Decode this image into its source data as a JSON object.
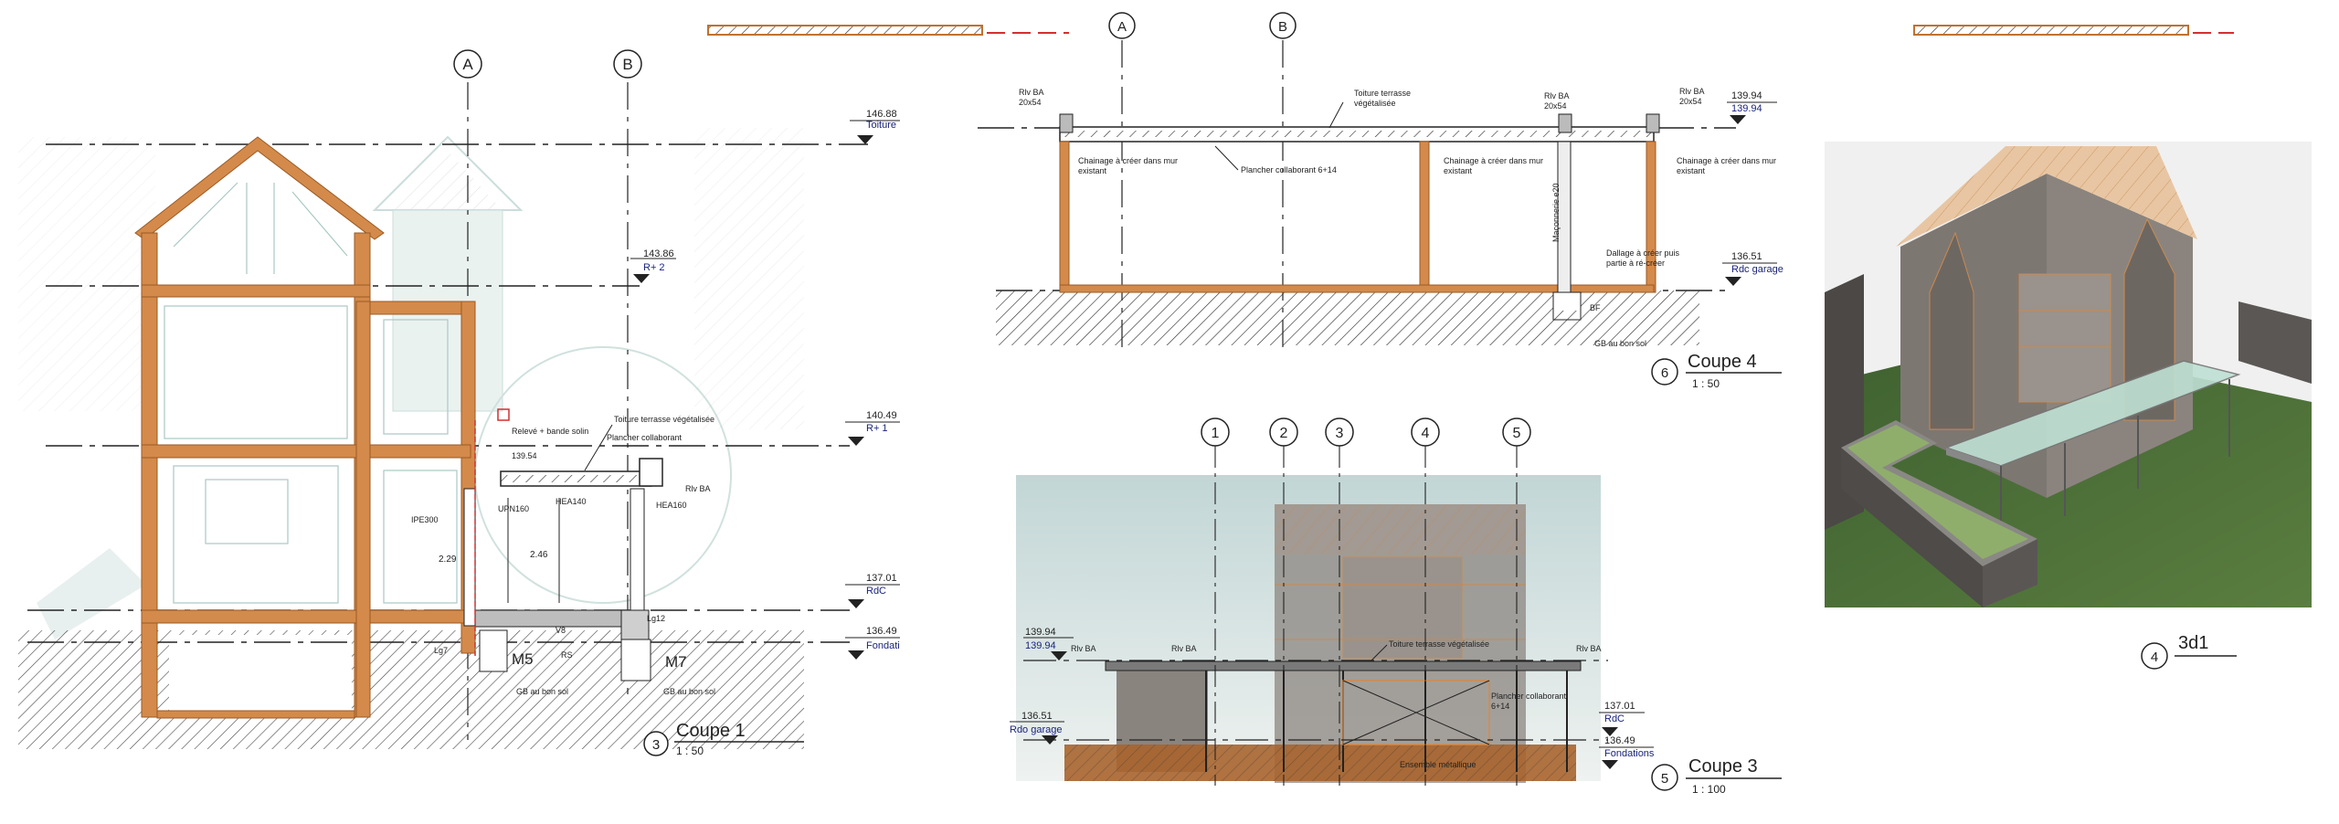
{
  "sheet": {
    "views": [
      {
        "number": "3",
        "title": "Coupe 1",
        "scale": "1 : 50",
        "grids": [
          "A",
          "B"
        ],
        "levels": [
          {
            "value": "146.88",
            "name": "Toiture"
          },
          {
            "value": "143.86",
            "name": "R+ 2"
          },
          {
            "value": "140.49",
            "name": "R+ 1"
          },
          {
            "value": "137.01",
            "name": "RdC"
          },
          {
            "value": "136.49",
            "name": "Fondati"
          }
        ],
        "annotations": {
          "toiture": "Toiture terrasse végétalisée",
          "releve": "Relevé + bande solin",
          "plancher": "Plancher collaborant",
          "rlv": "Rlv BA",
          "upn": "UPN160",
          "hea_left": "HEA140",
          "hea_right": "HEA160",
          "ipe": "IPE300",
          "lvl": "139.54",
          "m5": "M5",
          "m7": "M7",
          "gb_left": "GB au bon sol",
          "gb_right": "GB au bon sol",
          "dim_229": "2.29",
          "dim_246": "2.46",
          "lg12": "Lg12",
          "lg7": "Lg7",
          "v8": "V8",
          "rs": "RS"
        }
      },
      {
        "number": "6",
        "title": "Coupe 4",
        "scale": "1 : 50",
        "grids": [
          "A",
          "B"
        ],
        "levels": [
          {
            "value": "139.94",
            "name": "139.94"
          },
          {
            "value": "136.51",
            "name": "Rdc garage"
          }
        ],
        "annotations": {
          "rlv_left": "Rlv BA",
          "rlv_left_dim": "20x54",
          "rlv_mid": "Rlv BA",
          "rlv_mid_dim": "20x54",
          "rlv_right": "Rlv BA",
          "rlv_right_dim": "20x54",
          "toiture": "Toiture terrasse",
          "toiture2": "végétalisée",
          "chainage1": "Chainage à créer dans mur",
          "chainage1b": "existant",
          "plancher": "Plancher collaborant 6+14",
          "chainage2": "Chainage à créer dans mur",
          "chainage2b": "existant",
          "chainage3": "Chainage à créer dans mur",
          "chainage3b": "existant",
          "maconnerie": "Maçonnerie e20",
          "dallage": "Dallage à créer puis",
          "dallage2": "partie à ré-créer",
          "bf": "BF",
          "gb": "GB au bon sol"
        }
      },
      {
        "number": "5",
        "title": "Coupe 3",
        "scale": "1 : 100",
        "grids": [
          "1",
          "2",
          "3",
          "4",
          "5"
        ],
        "levels": [
          {
            "value": "139.94",
            "name": "139.94"
          },
          {
            "value": "136.51",
            "name": "Rdo garage"
          },
          {
            "value": "137.01",
            "name": "RdC"
          },
          {
            "value": "136.49",
            "name": "Fondations"
          }
        ],
        "annotations": {
          "rlv1": "Rlv BA",
          "rlv2": "Rlv BA",
          "rlv3": "Rlv BA",
          "toiture": "Toiture terrasse végétalisée",
          "plancher": "Plancher collaborant",
          "plancher2": "6+14",
          "ensemble": "Ensemble métallique"
        }
      },
      {
        "number": "4",
        "title": "3d1",
        "scale": ""
      }
    ]
  },
  "colors": {
    "wall": "#d48a4a",
    "wall_dark": "#c0712e",
    "line": "#222222",
    "level_blue": "#1a237e",
    "ghost": "#b9d3cf",
    "grass": "#4a6b35",
    "building": "#7b7570",
    "roof": "#e8c6a3",
    "glass": "#bfe0d4"
  }
}
